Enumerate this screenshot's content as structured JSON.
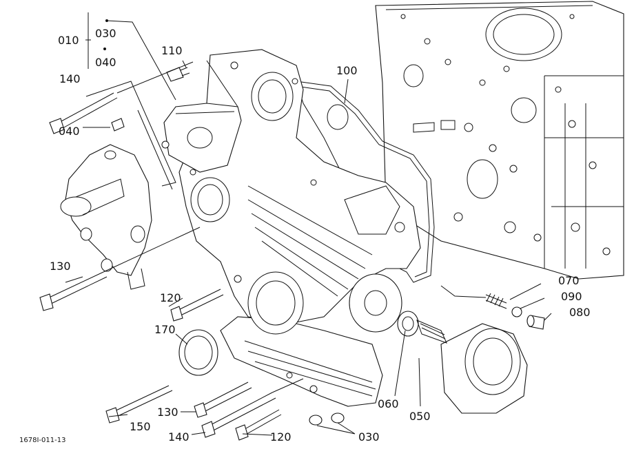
{
  "drawing_code": "1678I-011-13",
  "labels": {
    "l010": "010",
    "l030a": "030",
    "l040a": "040",
    "l110": "110",
    "l140a": "140",
    "l040b": "040",
    "l100": "100",
    "l130a": "130",
    "l120a": "120",
    "l170": "170",
    "l070": "070",
    "l090": "090",
    "l080": "080",
    "l060": "060",
    "l050": "050",
    "l150": "150",
    "l130b": "130",
    "l140b": "140",
    "l120b": "120",
    "l030b": "030"
  }
}
